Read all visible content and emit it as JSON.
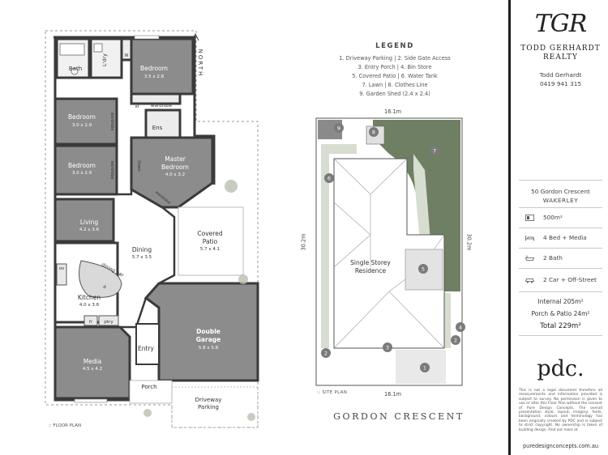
{
  "floor_plan": {
    "north": "NORTH",
    "label": ":: FLOOR PLAN",
    "rooms": {
      "bath": "Bath",
      "ldry": "L'dry",
      "w": "W",
      "bed_top_name": "Bedroom",
      "bed_top_size": "3.5 x 2.8",
      "wardrobe_top": "wardrobe",
      "st": "st",
      "ens": "Ens",
      "bed2_name": "Bedroom",
      "bed2_size": "3.0 x 2.9",
      "wardrobe_bed2": "wardrobe",
      "bed3_name": "Bedroom",
      "bed3_size": "3.0 x 2.9",
      "wardrobe_bed3": "wardrobe",
      "linen": "linen",
      "master_name": "Master",
      "master_name2": "Bedroom",
      "master_size": "4.0 x 3.2",
      "wardrobe_master": "wardrobe",
      "living_name": "Living",
      "living_size": "4.2 x 3.6",
      "dining_name": "Dining",
      "dining_size": "5.7 x 3.5",
      "covered_name": "Covered",
      "covered_name2": "Patio",
      "covered_size": "5.7 x 4.1",
      "ov": "ov",
      "dining_bar": "dining bar",
      "d": "d",
      "kitchen_name": "Kitchen",
      "kitchen_size": "4.0 x 3.8",
      "fr": "fr",
      "ptry": "ptry",
      "garage_name": "Double",
      "garage_name2": "Garage",
      "garage_size": "5.8 x 5.8",
      "entry": "Entry",
      "media_name": "Media",
      "media_size": "4.5 x 4.2",
      "porch": "Porch",
      "driveway": "Driveway",
      "driveway2": "Parking"
    }
  },
  "legend": {
    "title": "LEGEND",
    "lines": [
      "1. Driveway Parking  |  2. Side Gate Access",
      "3. Entry Porch  |  4. Bin Store",
      "5. Covered Patio  |  6. Water Tank",
      "7. Lawn  |  8. Clothes Line",
      "9. Garden Shed (2.4 x 2.4)"
    ]
  },
  "site_plan": {
    "width_top": "16.1m",
    "width_bottom": "16.1m",
    "depth_left": "30.2m",
    "depth_right": "30.2m",
    "residence_line1": "Single Storey",
    "residence_line2": "Residence",
    "label": ":: SITE PLAN",
    "markers": [
      "1",
      "2",
      "2",
      "3",
      "4",
      "5",
      "6",
      "7",
      "8",
      "9"
    ]
  },
  "street": "GORDON CRESCENT",
  "agent": {
    "logo_mark": "TGR",
    "name_line1": "TODD GERHARDT",
    "name_line2": "REALTY",
    "contact_name": "Todd Gerhardt",
    "contact_phone": "0419 941 315"
  },
  "property": {
    "address": "50 Gordon Crescent",
    "suburb": "WAKERLEY",
    "features": [
      {
        "icon": "land-area-icon",
        "label": "500m²"
      },
      {
        "icon": "bed-icon",
        "label": "4 Bed + Media"
      },
      {
        "icon": "bath-icon",
        "label": "2 Bath"
      },
      {
        "icon": "car-icon",
        "label": "2 Car + Off-Street"
      }
    ],
    "internal": "Internal 205m²",
    "porch_patio": "Porch & Patio 24m²",
    "total": "Total 229m²"
  },
  "designer": {
    "logo": "pdc.",
    "disclaimer": "This is not a legal document therefore all measurements and information provided is subject to survey. No permission is given to use or alter this Floor Plan without the consent of Pure Design Concepts. The overall presentation style, layout, imagery, fonts, background, colours and terminology has been originally created by PDC and is subject to strict copyright. No ownership is taken of building design. Find out more at",
    "url": "puredesignconcepts.com.au"
  },
  "colors": {
    "room_fill": "#8c8c8c",
    "wall": "#3a3a3a",
    "marker": "#7a7a7a",
    "lawn": "#6f7f63",
    "panel_border": "#1e1e1e"
  }
}
